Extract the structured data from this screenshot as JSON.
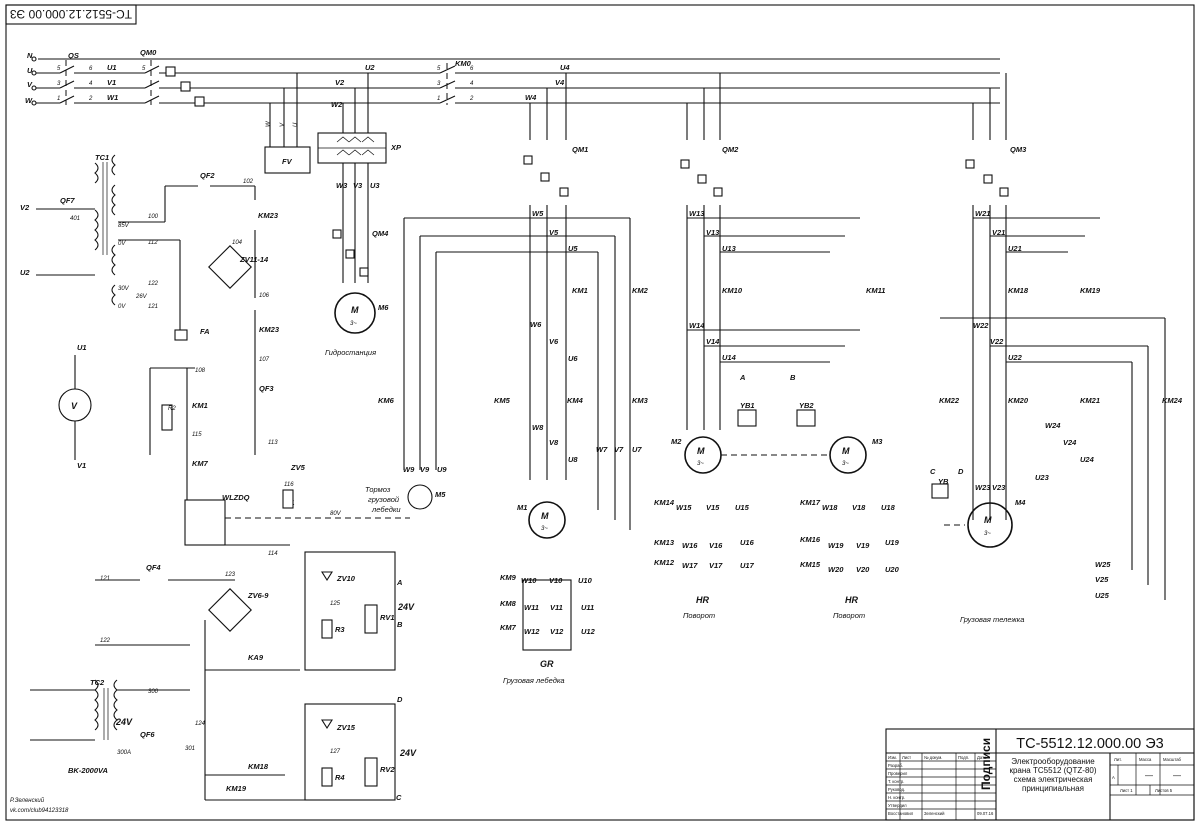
{
  "sheet": {
    "doc_code_rotated": "ТС-5512.12.000.00 Э3"
  },
  "bus": {
    "n": "N",
    "u": "U",
    "v": "V",
    "w": "W"
  },
  "devices": {
    "qs": "QS",
    "qm0": "QM0",
    "km0": "KM0",
    "fv": "FV",
    "xp": "XP",
    "qm1": "QM1",
    "qm2": "QM2",
    "qm3": "QM3",
    "qm4": "QM4",
    "km1": "KM1",
    "km2": "KM2",
    "km3": "KM3",
    "km4": "KM4",
    "km5": "KM5",
    "km6": "KM6",
    "km10": "KM10",
    "km11": "KM11",
    "km18": "KM18",
    "km19": "KM19",
    "km20": "KM20",
    "km21": "KM21",
    "km22": "KM22",
    "km24": "KM24",
    "tc1": "TC1",
    "wlzdq": "WLZDQ",
    "bk": "BK-2000VA"
  },
  "wires": {
    "v80": "80V"
  },
  "labels": {
    "v24": "24V",
    "gr": "GR",
    "hr": "HR"
  },
  "captions": {
    "pump_station": "Гидростанция",
    "brake_1": "Тормоз",
    "brake_2": "грузовой",
    "brake_3": "лебедки",
    "hoist": "Грузовая лебедка",
    "slewing": "Поворот",
    "trolley": "Грузовая тележка"
  },
  "title_block": {
    "code": "ТС-5512.12.000.00 Э3",
    "line1": "Электрооборудование",
    "line2": "крана ТС5512 (QTZ-80)",
    "line3": "схема электрическая",
    "line4": "принципиальная",
    "col_lit": "Лит.",
    "col_mass": "Масса",
    "col_scale": "Масштаб",
    "lit_value": "А",
    "dash": "—",
    "sheet": "Лист 1",
    "sheets": "Листов 5",
    "h_izm": "Изм.",
    "h_list": "Лист",
    "h_doc": "№ докум.",
    "h_sign": "Подп.",
    "h_date": "Дата",
    "r_razrab": "Разраб.",
    "r_prov": "Проверил",
    "r_tkontr": "Т. контр.",
    "r_ruk": "Руковод.",
    "r_nkontr": "Н. контр.",
    "r_utv": "Утвердил",
    "r_sogl": "Восстановил",
    "signer": "Зеленский",
    "sign_date": "09.07.16",
    "signatures": "Подписи"
  },
  "credits": {
    "author": "Р.Зеленский",
    "link": "vk.com/club94123318"
  }
}
